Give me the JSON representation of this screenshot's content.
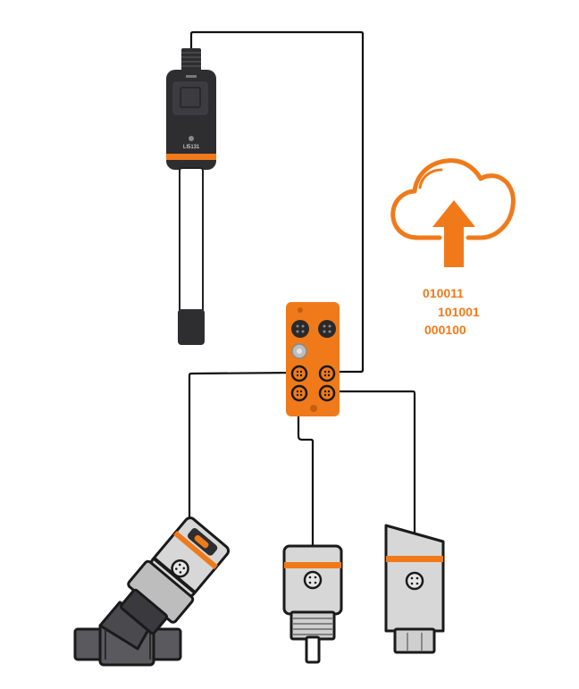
{
  "diagram": {
    "sensor_model_label": "LI5131",
    "binary_lines": [
      "010011",
      "101001",
      "000100"
    ],
    "cloud": {
      "icon": "cloud-upload-icon",
      "color": "#f07a1a"
    },
    "colors": {
      "accent": "#f07a1a",
      "device_dark": "#2e2e30",
      "device_light": "#cfcfcf",
      "cable": "#111111"
    },
    "devices": [
      "level-sensor",
      "io-link-master",
      "flow-sensor-valve",
      "temperature-sensor",
      "pressure-sensor"
    ]
  }
}
